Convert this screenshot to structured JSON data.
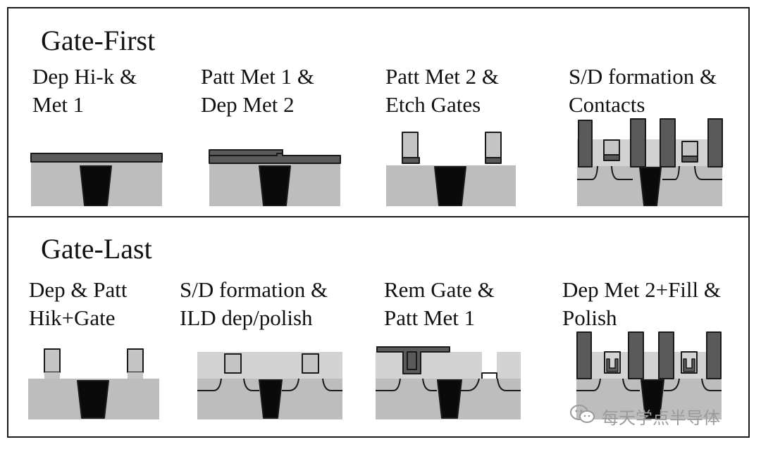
{
  "gate_first": {
    "title": "Gate-First",
    "steps": [
      {
        "line1": "Dep Hi-k &",
        "line2": "Met 1"
      },
      {
        "line1": "Patt Met 1 &",
        "line2": "Dep Met 2"
      },
      {
        "line1": "Patt Met 2 &",
        "line2": "Etch Gates"
      },
      {
        "line1": "S/D formation &",
        "line2": "Contacts"
      }
    ]
  },
  "gate_last": {
    "title": "Gate-Last",
    "steps": [
      {
        "line1": "Dep & Patt",
        "line2": "Hik+Gate"
      },
      {
        "line1": "S/D formation &",
        "line2": "ILD dep/polish"
      },
      {
        "line1": "Rem Gate &",
        "line2": "Patt Met 1"
      },
      {
        "line1": "Dep Met 2+Fill &",
        "line2": "Polish"
      }
    ]
  },
  "watermark": {
    "text": "每天学点半导体",
    "icon": "wechat-icon"
  },
  "colors": {
    "substrate": "#bdbdbd",
    "light_fill": "#d3d3d3",
    "dark_metal": "#5a5a5a",
    "isolation": "#0a0a0a",
    "outline": "#1a1a1a"
  }
}
